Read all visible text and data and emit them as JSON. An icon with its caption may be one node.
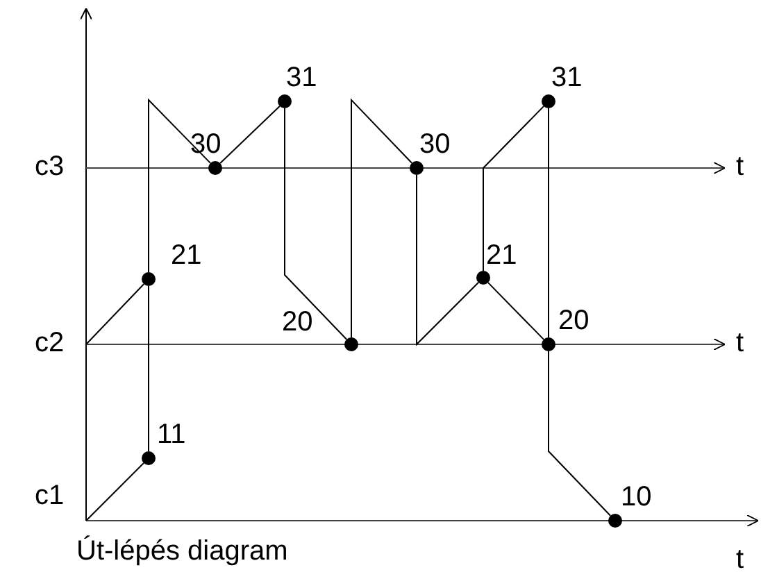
{
  "diagram": {
    "caption": "Út-lépés diagram",
    "nodes": [
      {
        "text": [],
        "shape": "circle",
        "beside": [
          "11"
        ]
      },
      {
        "text": [],
        "shape": "circle",
        "beside": [
          "21"
        ]
      },
      {
        "text": [],
        "shape": "circle",
        "beside": [
          "30"
        ]
      },
      {
        "text": [],
        "shape": "circle",
        "beside": [
          "31"
        ]
      },
      {
        "text": [],
        "shape": "circle",
        "beside": [
          "20"
        ]
      },
      {
        "text": [],
        "shape": "circle",
        "beside": [
          "30"
        ]
      },
      {
        "text": [],
        "shape": "circle",
        "beside": [
          "21"
        ]
      },
      {
        "text": [],
        "shape": "circle",
        "beside": [
          "31"
        ]
      },
      {
        "text": [],
        "shape": "circle",
        "beside": [
          "20"
        ]
      },
      {
        "text": [],
        "shape": "circle",
        "beside": [
          "10"
        ]
      }
    ],
    "edges": [
      {
        "from": null,
        "to": 0,
        "arrow": "none"
      },
      {
        "from": 0,
        "to": 1,
        "arrow": "none"
      },
      {
        "from": 1,
        "to": 2,
        "arrow": "none"
      },
      {
        "from": 2,
        "to": 3,
        "arrow": "none"
      },
      {
        "from": 3,
        "to": 4,
        "arrow": "none"
      },
      {
        "from": 4,
        "to": 5,
        "arrow": "none"
      },
      {
        "from": 5,
        "to": 6,
        "arrow": "none"
      },
      {
        "from": 6,
        "to": 8,
        "arrow": "none"
      },
      {
        "from": 8,
        "to": 9,
        "arrow": "none"
      },
      {
        "from": null,
        "to": 1,
        "arrow": "none"
      },
      {
        "from": 6,
        "to": 7,
        "arrow": "none"
      },
      {
        "from": 7,
        "to": 8,
        "arrow": "none"
      }
    ],
    "labels": [
      "c3",
      "t",
      "c2",
      "t",
      "c1",
      "t"
    ]
  }
}
